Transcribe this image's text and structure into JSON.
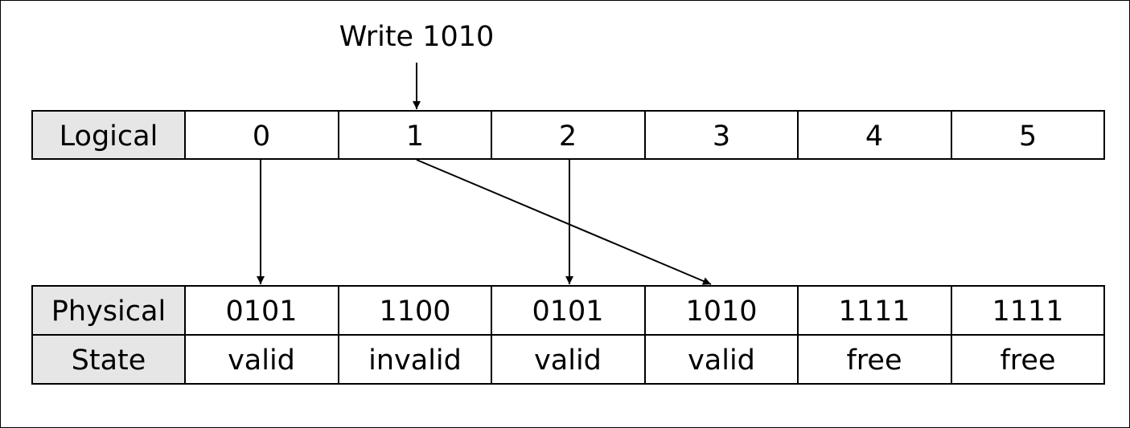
{
  "write_label": "Write 1010",
  "logical": {
    "header": "Logical",
    "cells": [
      "0",
      "1",
      "2",
      "3",
      "4",
      "5"
    ]
  },
  "physical": {
    "header": "Physical",
    "cells": [
      "0101",
      "1100",
      "0101",
      "1010",
      "1111",
      "1111"
    ]
  },
  "state": {
    "header": "State",
    "cells": [
      "valid",
      "invalid",
      "valid",
      "valid",
      "free",
      "free"
    ]
  },
  "mappings": [
    {
      "from_logical": 0,
      "to_physical": 0
    },
    {
      "from_logical": 1,
      "to_physical": 3
    },
    {
      "from_logical": 2,
      "to_physical": 2
    }
  ],
  "write_target_logical": 1,
  "colors": {
    "header_fill": "#e6e6e6",
    "cell_fill": "#ffffff",
    "line": "#000000"
  }
}
